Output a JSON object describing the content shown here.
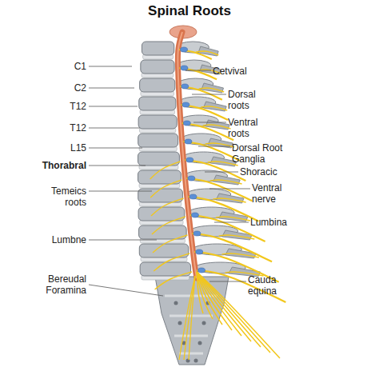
{
  "diagram": {
    "title": "Spinal Roots",
    "labels": [
      "C1",
      "Cetvival",
      "C2",
      "Dorsal roots",
      "T12",
      "Ventral roots",
      "T12",
      "L15",
      "Dorsal Root Ganglia",
      "Thorabral",
      "Shoracic",
      "Temeics roots",
      "Ventral nerve",
      "Lumbina",
      "Lumbne",
      "Bereudal Foramina",
      "Cauda equina"
    ]
  }
}
